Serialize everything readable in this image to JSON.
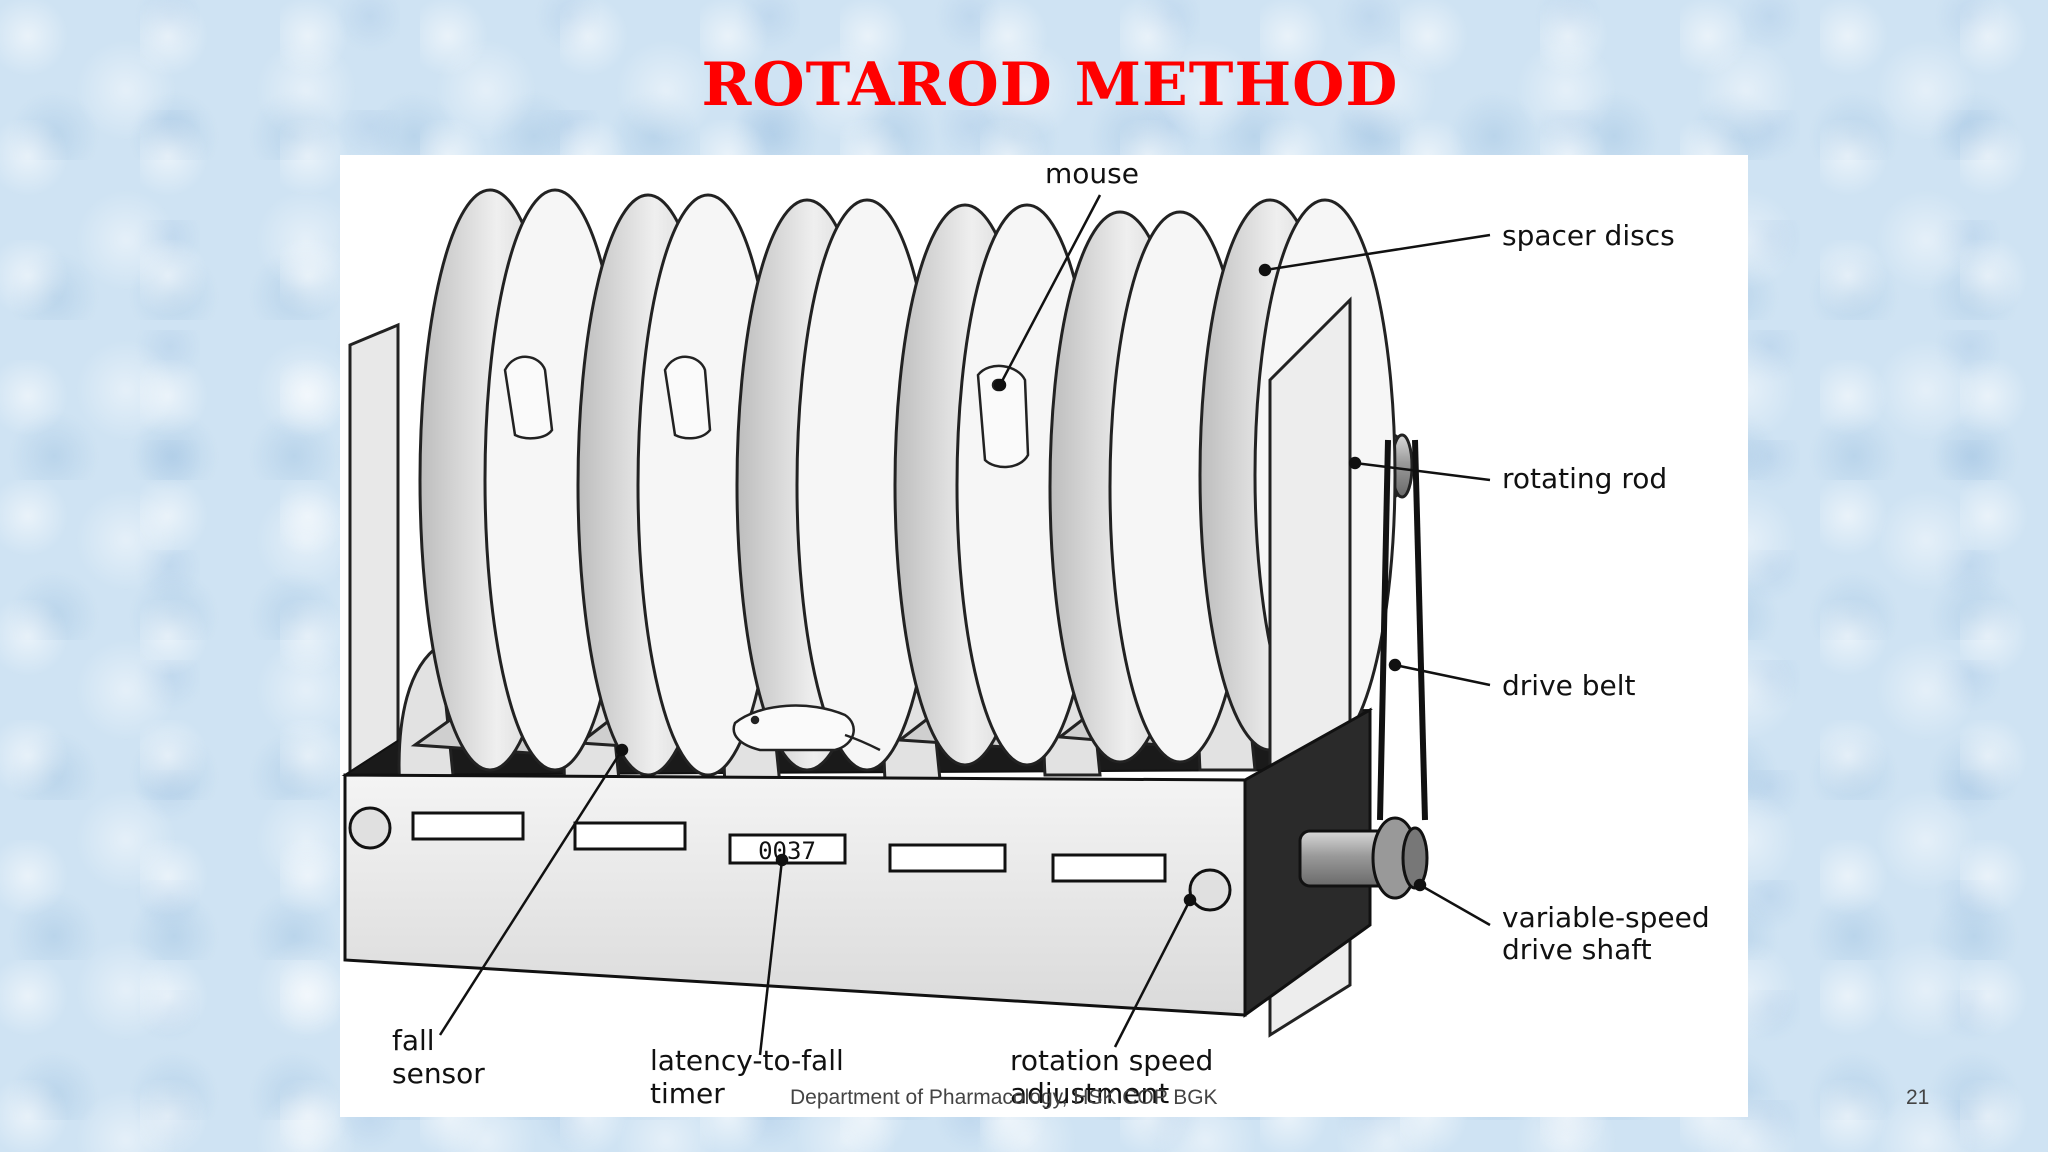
{
  "slide": {
    "title": "Rotarod method",
    "footer": "Department of Pharmacology, HSK COP BGK",
    "page_number": "21"
  },
  "figure": {
    "labels": {
      "mouse": "mouse",
      "spacer_discs": "spacer discs",
      "rotating_rod": "rotating rod",
      "drive_belt": "drive belt",
      "drive_shaft_line1": "variable-speed",
      "drive_shaft_line2": "drive shaft",
      "fall_sensor_line1": "fall",
      "fall_sensor_line2": "sensor",
      "timer_line1": "latency-to-fall",
      "timer_line2": "timer",
      "speed_line1": "rotation speed",
      "speed_line2": "adjustment"
    },
    "timer_display": "0037"
  },
  "colors": {
    "title": "#ff0000",
    "background": "#cfe3f3"
  }
}
